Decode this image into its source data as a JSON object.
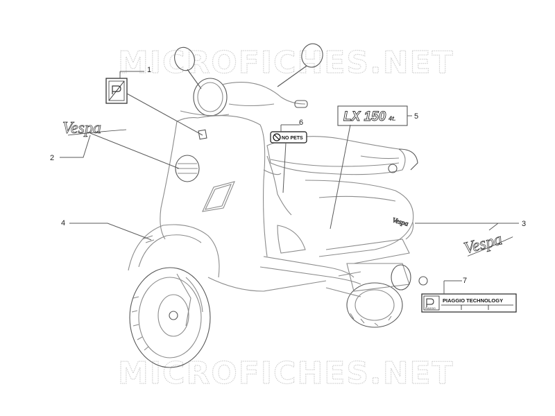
{
  "watermark": {
    "top": "MICROFICHES.NET",
    "bottom": "MICROFICHES.NET"
  },
  "callouts": [
    {
      "number": "1",
      "part": "piaggio-logo-badge"
    },
    {
      "number": "2",
      "part": "vespa-script-emblem-front"
    },
    {
      "number": "3",
      "part": "vespa-script-emblem-side"
    },
    {
      "number": "4",
      "part": "front-fender-decal"
    },
    {
      "number": "5",
      "part": "lx150-model-badge"
    },
    {
      "number": "6",
      "part": "no-pets-sticker"
    },
    {
      "number": "7",
      "part": "piaggio-technology-label"
    }
  ],
  "decals": {
    "vespa_script": "Vespa",
    "model_badge": "LX 150",
    "model_badge_suffix": "4t.",
    "no_pets": "NO PETS",
    "tech_label": "PIAGGIO TECHNOLOGY",
    "tech_label_brand": "PIAGGIO",
    "side_panel_script": "Vespa"
  },
  "colors": {
    "line": "#5a5a5a",
    "body": "#8a8a8a",
    "watermark": "#d0d0d0"
  }
}
